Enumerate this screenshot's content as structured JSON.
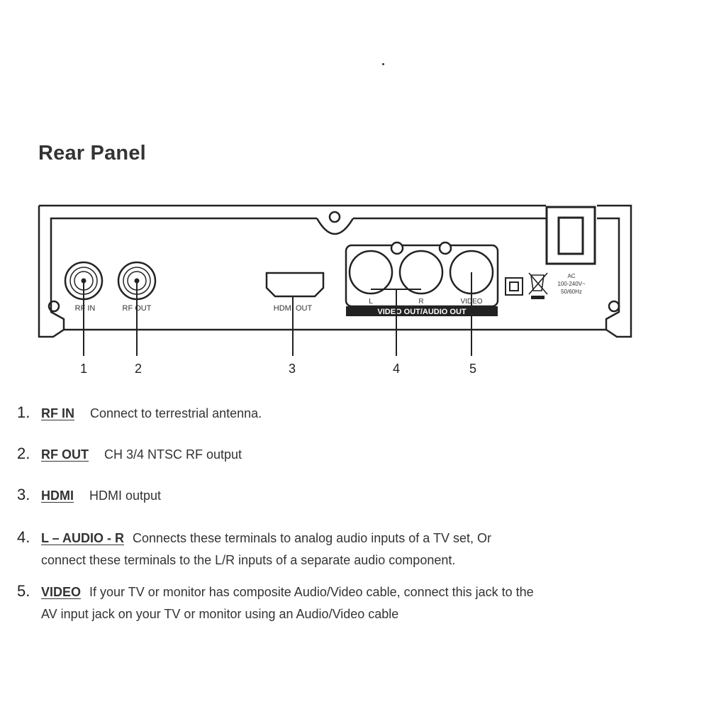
{
  "heading": "Rear Panel",
  "panel": {
    "rf_in_label": "RF IN",
    "rf_out_label": "RF OUT",
    "hdmi_out_label": "HDMI OUT",
    "left_label": "L",
    "right_label": "R",
    "video_label": "VIDEO",
    "av_band_label": "VIDEO OUT/AUDIO OUT",
    "power_label_1": "AC",
    "power_label_2": "100-240V~",
    "power_label_3": "50/60Hz"
  },
  "callouts": [
    "1",
    "2",
    "3",
    "4",
    "5"
  ],
  "items": [
    {
      "num": "1.",
      "term": "RF IN",
      "text": "Connect to terrestrial antenna."
    },
    {
      "num": "2.",
      "term": "RF OUT",
      "text": "CH 3/4 NTSC RF output"
    },
    {
      "num": "3.",
      "term": "HDMI",
      "text": "HDMI output"
    },
    {
      "num": "4.",
      "term": "L – AUDIO - R",
      "text": "Connects these terminals to analog audio inputs of a TV set, Or",
      "text2": "connect these terminals to the L/R inputs of a separate audio component."
    },
    {
      "num": "5.",
      "term": "VIDEO",
      "text": "If your TV or monitor has composite Audio/Video cable, connect this jack to the",
      "text2": "AV input jack on your TV or monitor using an Audio/Video cable"
    }
  ]
}
